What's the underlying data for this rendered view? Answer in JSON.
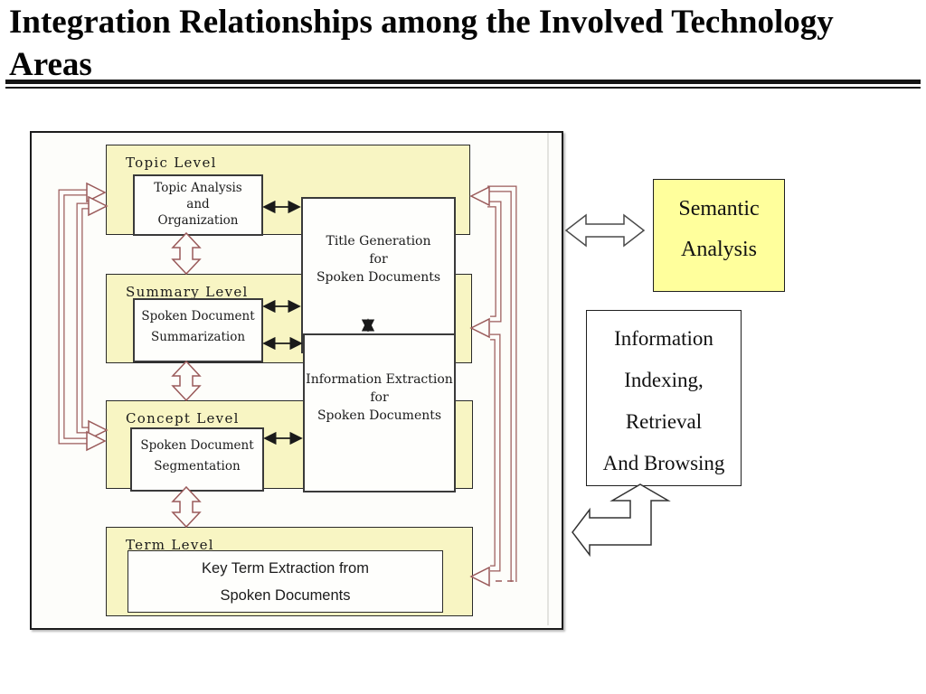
{
  "slide_title_lines": [
    "Integration Relationships among the Involved Technology",
    "Areas"
  ],
  "diagram": {
    "levels": [
      {
        "label": "Topic Level"
      },
      {
        "label": "Summary Level"
      },
      {
        "label": "Concept Level"
      },
      {
        "label": "Term Level"
      }
    ],
    "boxes": {
      "topic_inner": {
        "lines": [
          "Topic Analysis",
          "and",
          "Organization"
        ]
      },
      "summary_inner": {
        "lines": [
          "Spoken Document",
          "Summarization"
        ]
      },
      "concept_inner": {
        "lines": [
          "Spoken Document",
          "Segmentation"
        ]
      },
      "term_inner": {
        "lines": [
          "Key Term Extraction from",
          "Spoken Documents"
        ]
      },
      "title_generation": {
        "lines": [
          "Title Generation",
          "for",
          "Spoken Documents"
        ]
      },
      "information_extraction": {
        "lines": [
          "Information Extraction",
          "for",
          "Spoken Documents"
        ]
      }
    }
  },
  "side_panel": {
    "semantic_analysis": {
      "lines": [
        "Semantic",
        "Analysis"
      ]
    },
    "information_indexing": {
      "lines": [
        "Information",
        "Indexing,",
        "Retrieval",
        "And Browsing"
      ]
    }
  },
  "colors": {
    "level_fill": "#f8f5c3",
    "semantic_fill": "#ffff9c",
    "arrow_maroon": "#9a5a5a",
    "arrow_black": "#1a1a1a",
    "frame_border": "#1c1c1c"
  }
}
